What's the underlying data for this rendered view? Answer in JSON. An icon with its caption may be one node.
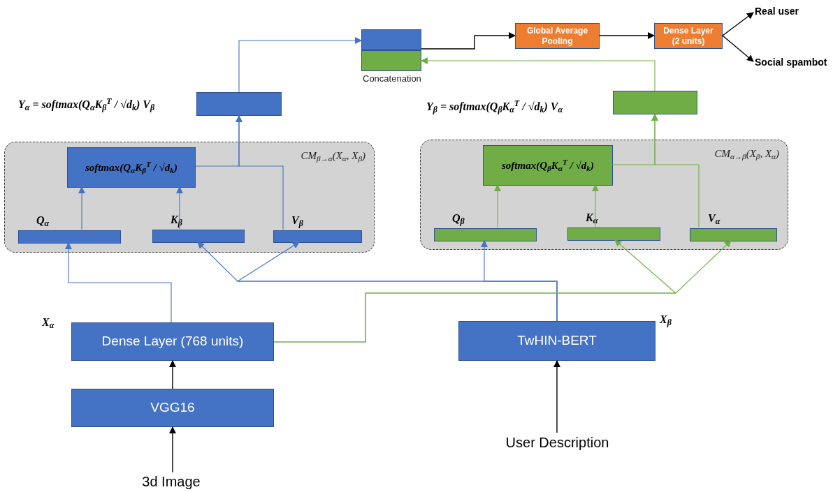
{
  "diagram": {
    "nodes": [
      {
        "text": [],
        "shape": "box"
      },
      {
        "text": [],
        "shape": "box",
        "beside": [
          "Concatenation"
        ]
      },
      {
        "text": [
          "Global Average Pooling"
        ]
      },
      {
        "text": [
          "Dense Layer (2 units)"
        ]
      },
      {
        "text": [
          "Real user"
        ]
      },
      {
        "text": [
          "Social spambot"
        ]
      },
      {
        "text": [],
        "shape": "box"
      },
      {
        "text": [],
        "shape": "box"
      },
      {
        "text": [
          "CM$_{β→α}$(X$_{α}$, X$_{β}$)"
        ]
      },
      {
        "text": [
          "softmax(Q$_{α}$K$_{β}$$^{T}$ / √d$_{k}$)"
        ],
        "in": 8
      },
      {
        "text": [
          "Q$_{α}$"
        ],
        "in": 8
      },
      {
        "text": [
          "K$_{β}$"
        ],
        "in": 8
      },
      {
        "text": [
          "V$_{β}$"
        ],
        "in": 8
      },
      {
        "text": [
          "CM$_{α→β}$(X$_{β}$, X$_{α}$)"
        ]
      },
      {
        "text": [
          "softmax(Q$_{β}$K$_{α}$$^{T}$ / √d$_{k}$)"
        ],
        "in": 13
      },
      {
        "text": [
          "Q$_{β}$"
        ],
        "in": 13
      },
      {
        "text": [
          "K$_{α}$"
        ],
        "in": 13
      },
      {
        "text": [
          "V$_{α}$"
        ],
        "in": 13
      },
      {
        "text": [
          "Dense Layer (768 units)"
        ],
        "beside": [
          "X$_{α}$"
        ]
      },
      {
        "text": [
          "TwHIN-BERT"
        ],
        "beside": [
          "X$_{β}$"
        ]
      },
      {
        "text": [
          "VGG16"
        ]
      },
      {
        "text": [
          "3d Image"
        ]
      },
      {
        "text": [
          "User Description"
        ]
      }
    ],
    "edges": [
      {
        "from": 0,
        "to": 2,
        "arrow": "to",
        "color": "#000000"
      },
      {
        "from": 2,
        "to": 3,
        "arrow": "to",
        "color": "#000000"
      },
      {
        "from": 3,
        "to": 4,
        "arrow": "to",
        "color": "#000000"
      },
      {
        "from": 3,
        "to": 5,
        "arrow": "to",
        "color": "#000000"
      },
      {
        "from": 6,
        "to": 0,
        "arrow": "to"
      },
      {
        "from": 7,
        "to": 1,
        "arrow": "to",
        "color": "#70ad47"
      },
      {
        "from": 9,
        "to": 6,
        "arrow": "to"
      },
      {
        "from": 12,
        "to": 6,
        "arrow": "to"
      },
      {
        "from": 10,
        "to": 9,
        "arrow": "to"
      },
      {
        "from": 11,
        "to": 9,
        "arrow": "to"
      },
      {
        "from": 14,
        "to": 7,
        "arrow": "to",
        "color": "#70ad47"
      },
      {
        "from": 17,
        "to": 7,
        "arrow": "to",
        "color": "#70ad47"
      },
      {
        "from": 15,
        "to": 14,
        "arrow": "to",
        "color": "#70ad47"
      },
      {
        "from": 16,
        "to": 14,
        "arrow": "to",
        "color": "#70ad47"
      },
      {
        "from": 18,
        "to": 10,
        "arrow": "to"
      },
      {
        "from": 19,
        "to": 11,
        "arrow": "to"
      },
      {
        "from": 19,
        "to": 12,
        "arrow": "to"
      },
      {
        "from": 19,
        "to": 15,
        "arrow": "to"
      },
      {
        "from": 18,
        "to": 16,
        "arrow": "to",
        "color": "#70ad47"
      },
      {
        "from": 18,
        "to": 17,
        "arrow": "to",
        "color": "#70ad47"
      },
      {
        "from": 20,
        "to": 18,
        "arrow": "to",
        "color": "#000000"
      },
      {
        "from": 21,
        "to": 20,
        "arrow": "to",
        "color": "#000000"
      },
      {
        "from": 22,
        "to": 19,
        "arrow": "to",
        "color": "#000000"
      }
    ],
    "labels": [
      "Y$_{α}$ = softmax(Q$_{α}$K$_{β}$$^{T}$ / √d$_{k}$) V$_{β}$",
      "Y$_{β}$ = softmax(Q$_{β}$K$_{α}$$^{T}$ / √d$_{k}$) V$_{α}$"
    ]
  }
}
